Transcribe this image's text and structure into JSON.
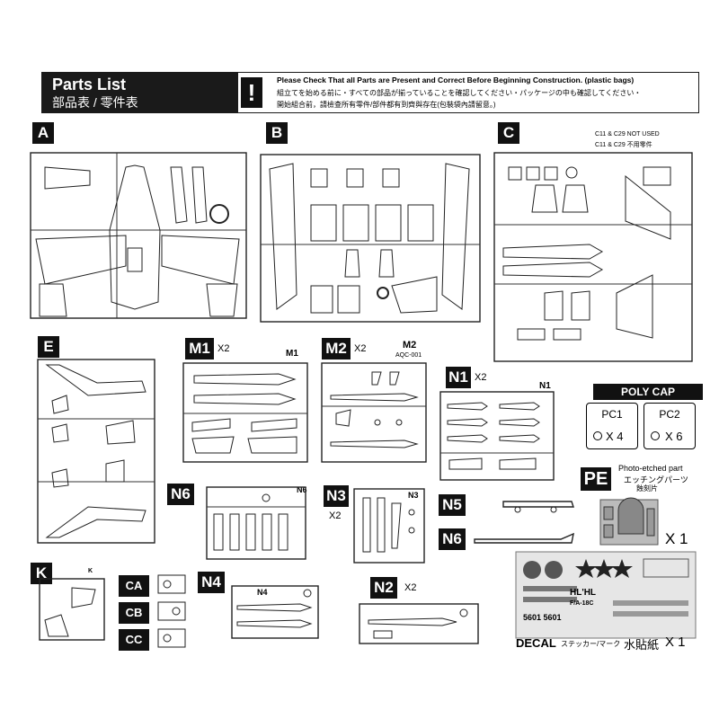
{
  "header": {
    "title_en": "Parts List",
    "title_zh": "部品表 / 零件表",
    "notice_en": "Please Check That all Parts are Present and Correct Before Beginning Construction. (plastic bags)",
    "notice_ja": "組立てを始める前に・すべての部品が揃っていることを確認してください・パッケージの中も確認してください・",
    "notice_zh": "開始組合前，請檢查所有零件/部件都有到齊與存在(包裝袋內請留意。)",
    "warn_symbol": "!"
  },
  "sprues": {
    "A": "A",
    "B": "B",
    "C": "C",
    "E": "E",
    "K": "K",
    "M1": "M1",
    "M1_qty": "X2",
    "M1_tag": "M1",
    "M2": "M2",
    "M2_qty": "X2",
    "M2_tag": "M2",
    "M2_code": "AQC-001",
    "N1": "N1",
    "N1_qty": "X2",
    "N1_tag": "N1",
    "N2": "N2",
    "N2_qty": "X2",
    "N3": "N3",
    "N3_qty": "X2",
    "N3_tag": "N3",
    "N4": "N4",
    "N4_tag": "N4",
    "N5": "N5",
    "N6": "N6",
    "N6_tag": "N6",
    "N6b": "N6",
    "CA": "CA",
    "CB": "CB",
    "CC": "CC",
    "K_tag": "K",
    "C_note_en": "C11 & C29 NOT USED",
    "C_note_zh": "C11 & C29 不用零件"
  },
  "polycap": {
    "title": "POLY CAP",
    "items": [
      {
        "name": "PC1",
        "qty": "X 4"
      },
      {
        "name": "PC2",
        "qty": "X 6"
      }
    ]
  },
  "pe": {
    "label": "PE",
    "desc_en": "Photo-etched part",
    "desc_ja": "エッチングパーツ",
    "desc_zh": "蝕刻片",
    "qty": "X 1"
  },
  "decal": {
    "label_en": "DECAL",
    "label_ja": "ステッカー/マーク",
    "label_zh": "水貼紙",
    "qty": "X 1",
    "marks": [
      "HL'HL",
      "F/A-18C",
      "5601 5601"
    ]
  }
}
